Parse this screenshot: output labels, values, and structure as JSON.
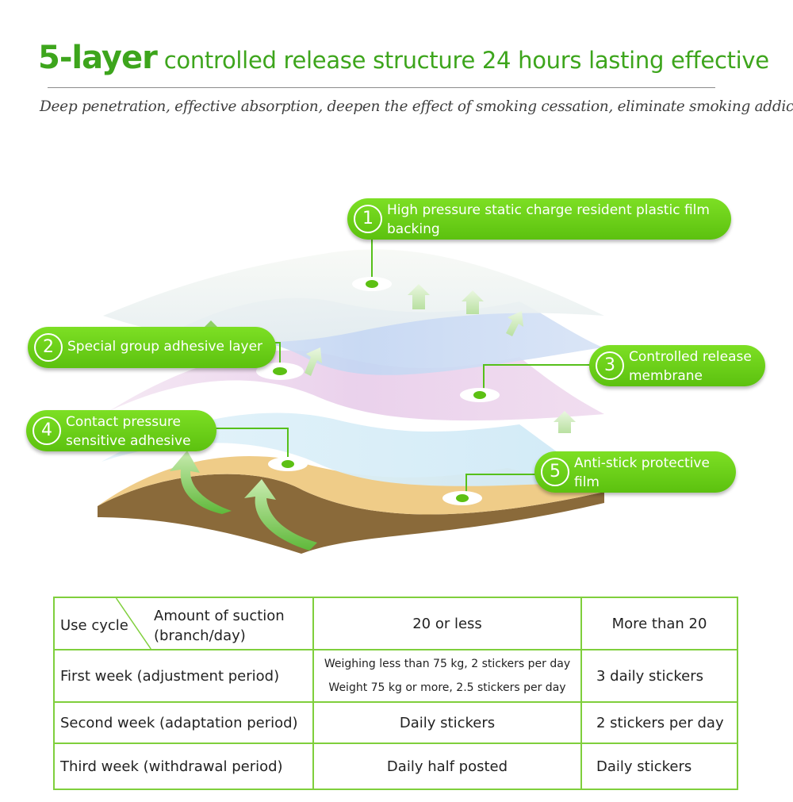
{
  "header": {
    "title_big": "5-layer",
    "title_rest": " controlled release structure 24 hours lasting effective",
    "subtitle": "Deep penetration, effective absorption, deepen the effect of smoking cessation, eliminate smoking addiction"
  },
  "layers": [
    {
      "num": "1",
      "label": "High pressure static charge resident plastic film backing"
    },
    {
      "num": "2",
      "label": "Special group adhesive layer"
    },
    {
      "num": "3",
      "label": "Controlled release membrane"
    },
    {
      "num": "4",
      "label": "Contact pressure sensitive adhesive"
    },
    {
      "num": "5",
      "label": "Anti-stick protective film"
    }
  ],
  "table": {
    "header": {
      "corner_row": "Use cycle",
      "corner_col": "Amount of suction (branch/day)",
      "col1": "20 or less",
      "col2": "More than 20"
    },
    "rows": [
      {
        "period": "First week (adjustment period)",
        "c1a": "Weighing less than 75 kg, 2 stickers per day",
        "c1b": "Weight 75 kg or more, 2.5 stickers per day",
        "c2": "3 daily stickers"
      },
      {
        "period": "Second week (adaptation period)",
        "c1": "Daily stickers",
        "c2": "2 stickers per day"
      },
      {
        "period": "Third week (withdrawal period)",
        "c1": "Daily half posted",
        "c2": "Daily stickers"
      }
    ]
  },
  "colors": {
    "brand_green": "#3da51c",
    "pill_green": "#66cc1a",
    "table_border": "#7fcf3c",
    "layer_tan": "#f0cc86",
    "layer_blue": "#c5d7f2",
    "layer_pink": "#ebd3ec",
    "layer_cyan": "#d6edf7"
  }
}
